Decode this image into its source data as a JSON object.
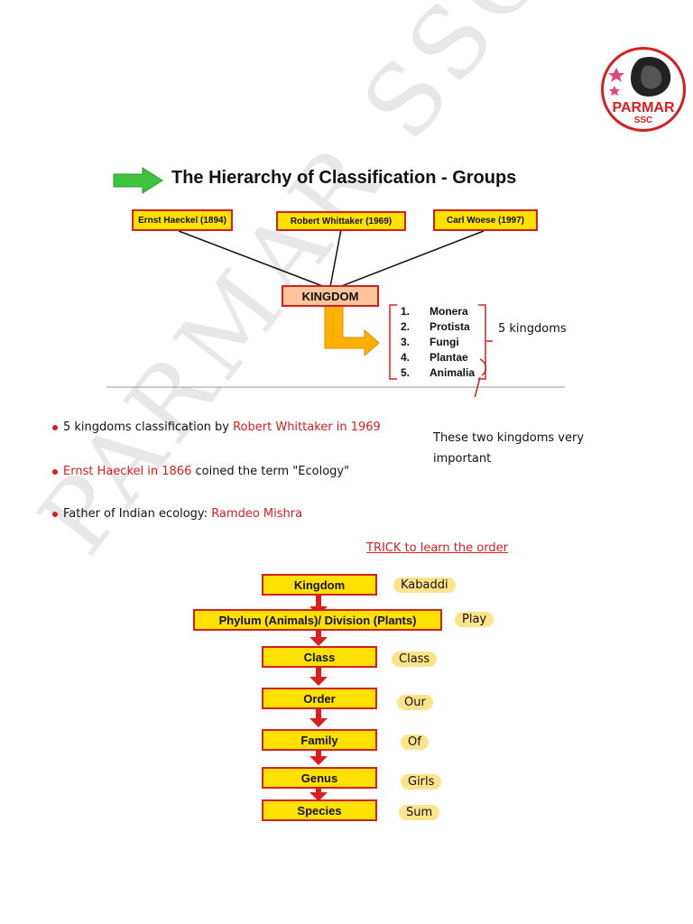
{
  "logo": {
    "name": "PARMAR",
    "sub": "SSC"
  },
  "watermark": "PARMAR SSC",
  "title": "The Hierarchy of Classification - Groups",
  "scientists": [
    "Ernst Haeckel (1894)",
    "Robert Whittaker (1969)",
    "Carl Woese (1997)"
  ],
  "kingdom_label": "KINGDOM",
  "kingdoms": [
    {
      "num": "1.",
      "name": "Monera"
    },
    {
      "num": "2.",
      "name": "Protista"
    },
    {
      "num": "3.",
      "name": "Fungi"
    },
    {
      "num": "4.",
      "name": "Plantae"
    },
    {
      "num": "5.",
      "name": "Animalia"
    }
  ],
  "five_kingdoms_label": "5 kingdoms",
  "important_note": "These two kingdoms very important",
  "bullets": [
    {
      "prefix": "5 kingdoms classification by ",
      "highlight": "Robert Whittaker in 1969",
      "suffix": ""
    },
    {
      "prefix": "",
      "highlight": "Ernst Haeckel in 1866",
      "suffix": " coined the term \"Ecology\""
    },
    {
      "prefix": "Father of Indian ecology: ",
      "highlight": "Ramdeo Mishra",
      "suffix": ""
    }
  ],
  "trick_title": "TRICK to learn the order",
  "hierarchy": [
    {
      "rank": "Kingdom",
      "trick": "Kabaddi"
    },
    {
      "rank": "Phylum (Animals)/ Division (Plants)",
      "trick": "Play"
    },
    {
      "rank": "Class",
      "trick": "Class"
    },
    {
      "rank": "Order",
      "trick": "Our"
    },
    {
      "rank": "Family",
      "trick": "Of"
    },
    {
      "rank": "Genus",
      "trick": "Girls"
    },
    {
      "rank": "Species",
      "trick": "Sum"
    }
  ],
  "colors": {
    "accent_red": "#d81e1e",
    "box_yellow": "#ffe100",
    "arrow_green": "#3ec43e",
    "arrow_orange": "#ffb000",
    "kingdom_fill": "#fbc49a"
  }
}
